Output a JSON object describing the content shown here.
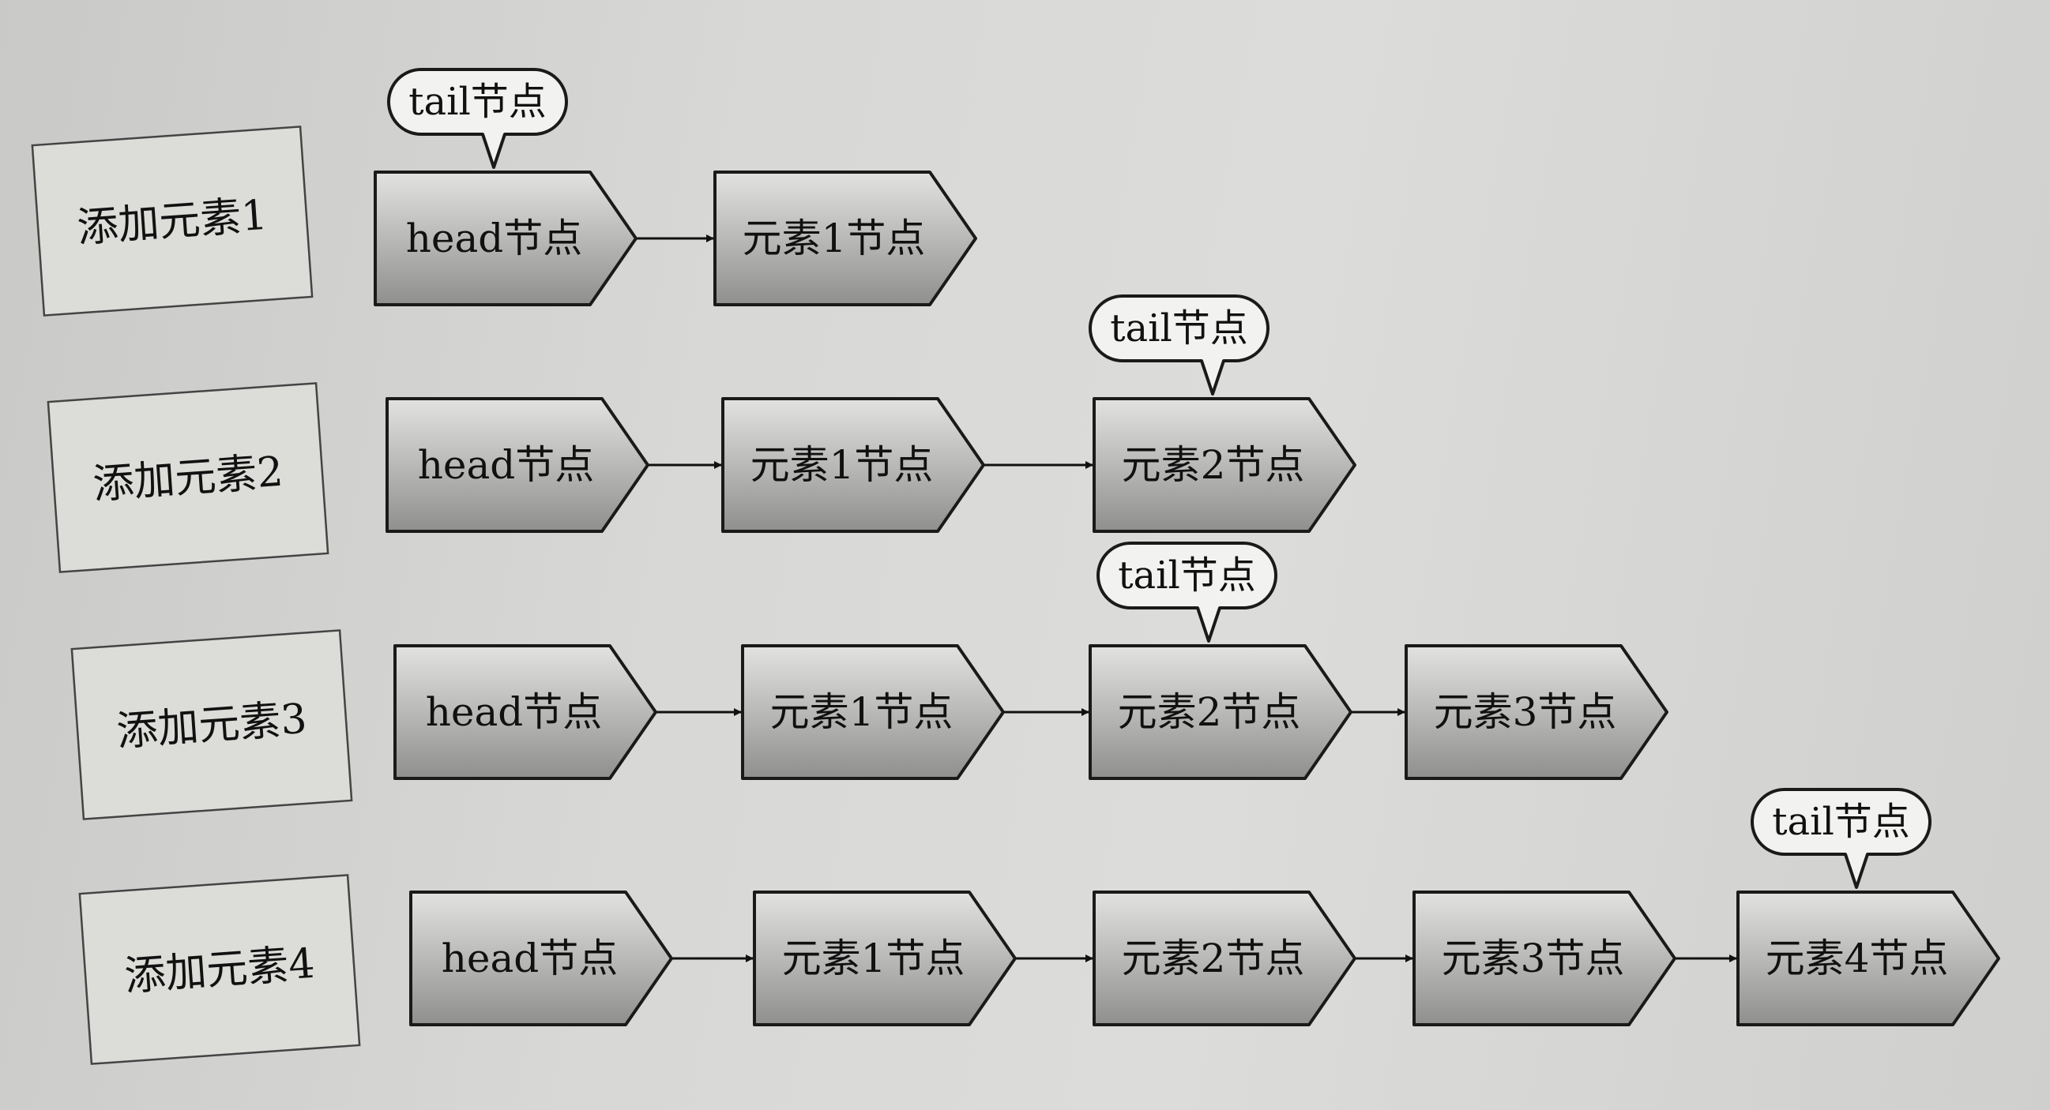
{
  "rows": [
    {
      "label": "添加元素1",
      "nodes": [
        "head节点",
        "元素1节点"
      ],
      "tail_callout": "tail节点",
      "tail_points_to": 0
    },
    {
      "label": "添加元素2",
      "nodes": [
        "head节点",
        "元素1节点",
        "元素2节点"
      ],
      "tail_callout": "tail节点",
      "tail_points_to": 2
    },
    {
      "label": "添加元素3",
      "nodes": [
        "head节点",
        "元素1节点",
        "元素2节点",
        "元素3节点"
      ],
      "tail_callout": "tail节点",
      "tail_points_to": 2
    },
    {
      "label": "添加元素4",
      "nodes": [
        "head节点",
        "元素1节点",
        "元素2节点",
        "元素3节点",
        "元素4节点"
      ],
      "tail_callout": "tail节点",
      "tail_points_to": 4
    }
  ]
}
